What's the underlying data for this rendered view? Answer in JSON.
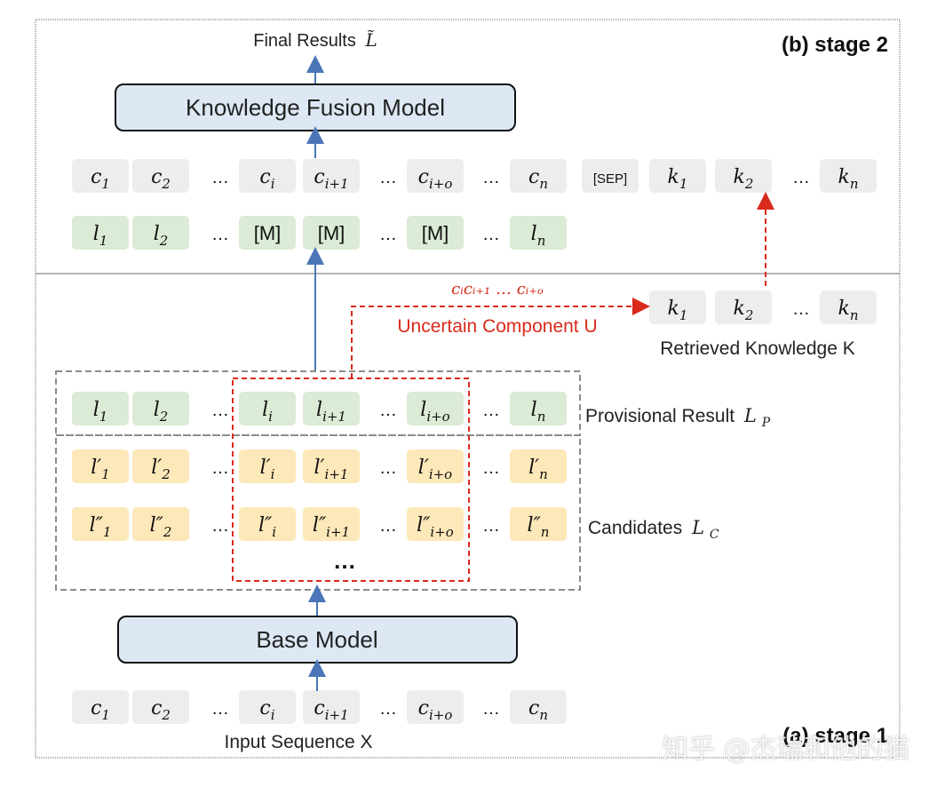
{
  "stage2": {
    "title": "(b) stage 2",
    "final_results": "Final Results",
    "final_results_symbol": "L̃",
    "fusion_model": "Knowledge Fusion Model",
    "seq_row": [
      {
        "base": "c",
        "sub": "1"
      },
      {
        "base": "c",
        "sub": "2"
      },
      {
        "text": "…"
      },
      {
        "base": "c",
        "sub": "i"
      },
      {
        "base": "c",
        "sub": "i+1"
      },
      {
        "text": "…"
      },
      {
        "base": "c",
        "sub": "i+o"
      },
      {
        "text": "…"
      },
      {
        "base": "c",
        "sub": "n"
      },
      {
        "text": "[SEP]"
      },
      {
        "base": "k",
        "sub": "1"
      },
      {
        "base": "k",
        "sub": "2"
      },
      {
        "text": "…"
      },
      {
        "base": "k",
        "sub": "n"
      }
    ],
    "label_row": [
      {
        "base": "l",
        "sub": "1"
      },
      {
        "base": "l",
        "sub": "2"
      },
      {
        "text": "…"
      },
      {
        "text": "[M]"
      },
      {
        "text": "[M]"
      },
      {
        "text": "…"
      },
      {
        "text": "[M]"
      },
      {
        "text": "…"
      },
      {
        "base": "l",
        "sub": "n"
      }
    ]
  },
  "middle": {
    "uncertain_seq": "cᵢcᵢ₊₁ … cᵢ₊ₒ",
    "uncertain_component": "Uncertain Component U",
    "retrieved_row": [
      {
        "base": "k",
        "sub": "1"
      },
      {
        "base": "k",
        "sub": "2"
      },
      {
        "text": "…"
      },
      {
        "base": "k",
        "sub": "n"
      }
    ],
    "retrieved_knowledge": "Retrieved Knowledge K"
  },
  "stage1": {
    "title": "(a) stage 1",
    "provisional_label": "Provisional Result",
    "provisional_symbol": "L",
    "provisional_sub": "P",
    "provisional_row": [
      {
        "base": "l",
        "sub": "1"
      },
      {
        "base": "l",
        "sub": "2"
      },
      {
        "text": "…"
      },
      {
        "base": "l",
        "sub": "i"
      },
      {
        "base": "l",
        "sub": "i+1"
      },
      {
        "text": "…"
      },
      {
        "base": "l",
        "sub": "i+o"
      },
      {
        "text": "…"
      },
      {
        "base": "l",
        "sub": "n"
      }
    ],
    "candidate_row1": [
      {
        "base": "l′",
        "sub": "1"
      },
      {
        "base": "l′",
        "sub": "2"
      },
      {
        "text": "…"
      },
      {
        "base": "l′",
        "sub": "i"
      },
      {
        "base": "l′",
        "sub": "i+1"
      },
      {
        "text": "…"
      },
      {
        "base": "l′",
        "sub": "i+o"
      },
      {
        "text": "…"
      },
      {
        "base": "l′",
        "sub": "n"
      }
    ],
    "candidate_row2": [
      {
        "base": "l″",
        "sub": "1"
      },
      {
        "base": "l″",
        "sub": "2"
      },
      {
        "text": "…"
      },
      {
        "base": "l″",
        "sub": "i"
      },
      {
        "base": "l″",
        "sub": "i+1"
      },
      {
        "text": "…"
      },
      {
        "base": "l″",
        "sub": "i+o"
      },
      {
        "text": "…"
      },
      {
        "base": "l″",
        "sub": "n"
      }
    ],
    "candidates_more": "…",
    "candidates_label": "Candidates",
    "candidates_symbol": "L",
    "candidates_sub": "C",
    "base_model": "Base Model",
    "input_row": [
      {
        "base": "c",
        "sub": "1"
      },
      {
        "base": "c",
        "sub": "2"
      },
      {
        "text": "…"
      },
      {
        "base": "c",
        "sub": "i"
      },
      {
        "base": "c",
        "sub": "i+1"
      },
      {
        "text": "…"
      },
      {
        "base": "c",
        "sub": "i+o"
      },
      {
        "text": "…"
      },
      {
        "base": "c",
        "sub": "n"
      }
    ],
    "input_label": "Input Sequence X"
  },
  "watermark": "知乎 @杰瑞和他的猫",
  "colors": {
    "gray_cell": "#ededed",
    "green_cell": "#dbebd5",
    "yellow_cell": "#fde8b9",
    "model_fill": "#dde8f4",
    "arrow_blue": "#4a76b9",
    "arrow_red": "#d92a1c",
    "dash_gray": "#8c8c8c"
  }
}
